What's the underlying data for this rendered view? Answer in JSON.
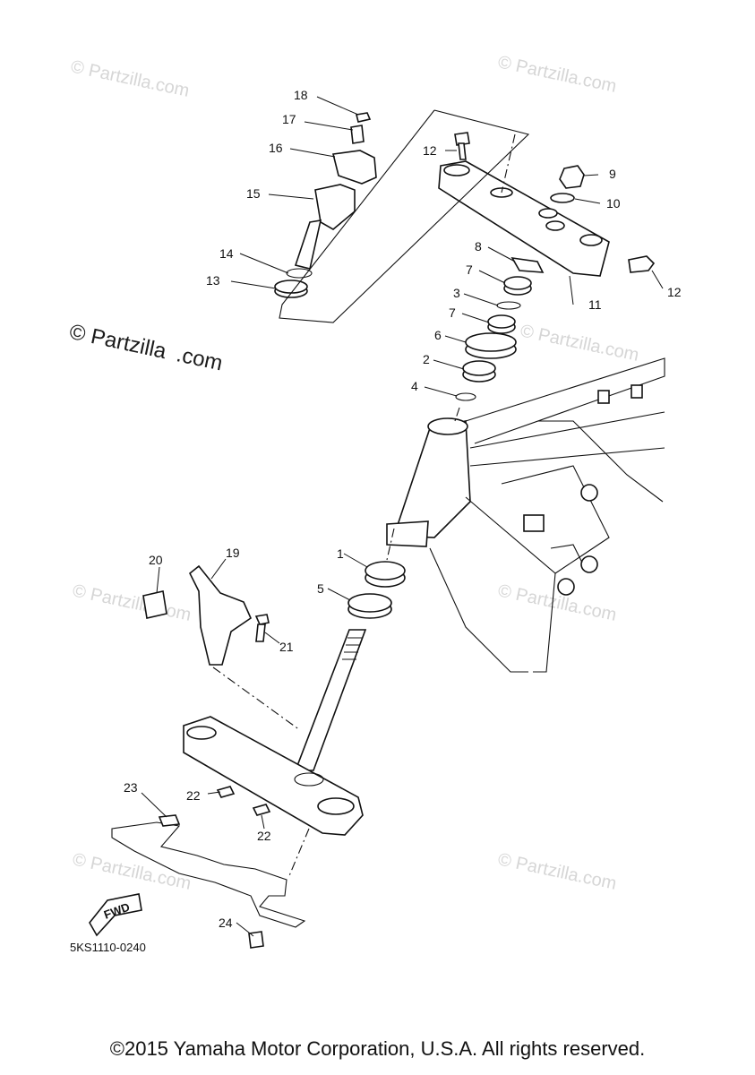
{
  "watermarks": {
    "small": "© Partzilla.com",
    "large_line1": "© Partzilla",
    "large_line2": ".com"
  },
  "callouts": [
    "1",
    "2",
    "3",
    "4",
    "5",
    "6",
    "7",
    "7",
    "8",
    "9",
    "10",
    "11",
    "12",
    "12",
    "13",
    "14",
    "15",
    "16",
    "17",
    "18",
    "19",
    "20",
    "21",
    "22",
    "22",
    "23",
    "24"
  ],
  "direction_label": "FWD",
  "diagram_code": "5KS1110-0240",
  "copyright": "©2015 Yamaha Motor Corporation, U.S.A. All rights reserved."
}
